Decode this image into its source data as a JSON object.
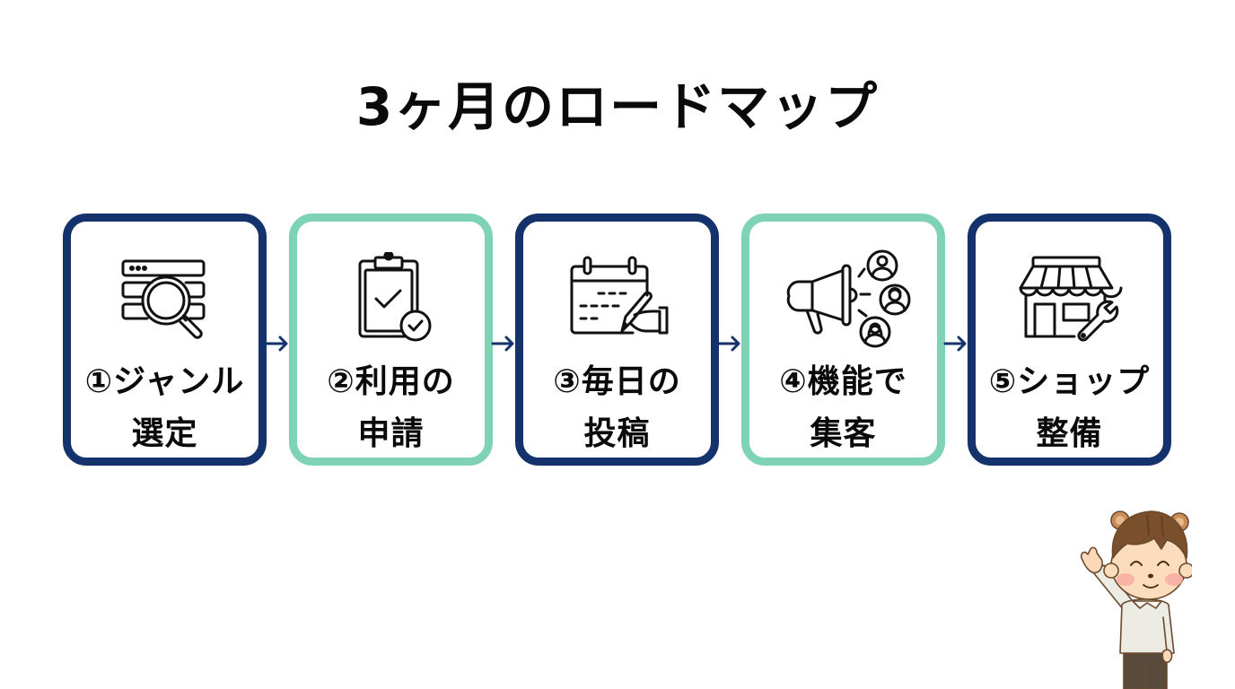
{
  "title": "3ヶ月のロードマップ",
  "colors": {
    "navy": "#14326b",
    "mint": "#7fd3b5",
    "text": "#0a0a0a",
    "background": "#ffffff"
  },
  "steps": [
    {
      "number": "①",
      "line1": "①ジャンル",
      "line2": "選定",
      "icon": "search-list-icon",
      "border": "navy"
    },
    {
      "number": "②",
      "line1": "②利用の",
      "line2": "申請",
      "icon": "clipboard-check-icon",
      "border": "mint"
    },
    {
      "number": "③",
      "line1": "③毎日の",
      "line2": "投稿",
      "icon": "calendar-writing-icon",
      "border": "navy"
    },
    {
      "number": "④",
      "line1": "④機能で",
      "line2": "集客",
      "icon": "megaphone-people-icon",
      "border": "mint"
    },
    {
      "number": "⑤",
      "line1": "⑤ショップ",
      "line2": "整備",
      "icon": "shop-wrench-icon",
      "border": "navy"
    }
  ],
  "arrows": [
    "right-arrow",
    "right-arrow",
    "right-arrow",
    "right-arrow"
  ],
  "mascot": {
    "description": "waving boy with bear ears"
  }
}
